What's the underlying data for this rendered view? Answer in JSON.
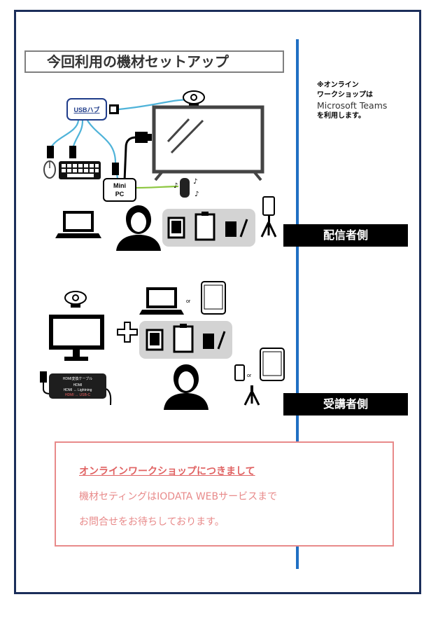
{
  "title": "今回利用の機材セットアップ",
  "note": {
    "line1": "※オンライン",
    "line2": "ワークショップは",
    "line3": "Microsoft Teams",
    "line4": "を利用します。"
  },
  "sender_label": "配信者側",
  "receiver_label": "受講者側",
  "diagram": {
    "usb_hub": "USBハブ",
    "mini_pc_line1": "Mini",
    "mini_pc_line2": "PC",
    "or_1": "or",
    "or_2": "or",
    "capture_line1": "HDMI変換ケーブル",
    "capture_line2": "HDMI",
    "capture_line3": "HDMI ↔ Lightning",
    "capture_line4": "HDMI ↔ USB-C"
  },
  "message": {
    "line1": "オンラインワークショップにつきまして",
    "line2": "機材セティングはIODATA WEBサービスまで",
    "line3": "お問合せをお待ちしております。"
  },
  "colors": {
    "frame": "#1b2e5a",
    "divider": "#1f6fc3",
    "message_border": "#e88a8a",
    "cable_blue": "#4fb3d9",
    "cable_green": "#8cc63f"
  }
}
